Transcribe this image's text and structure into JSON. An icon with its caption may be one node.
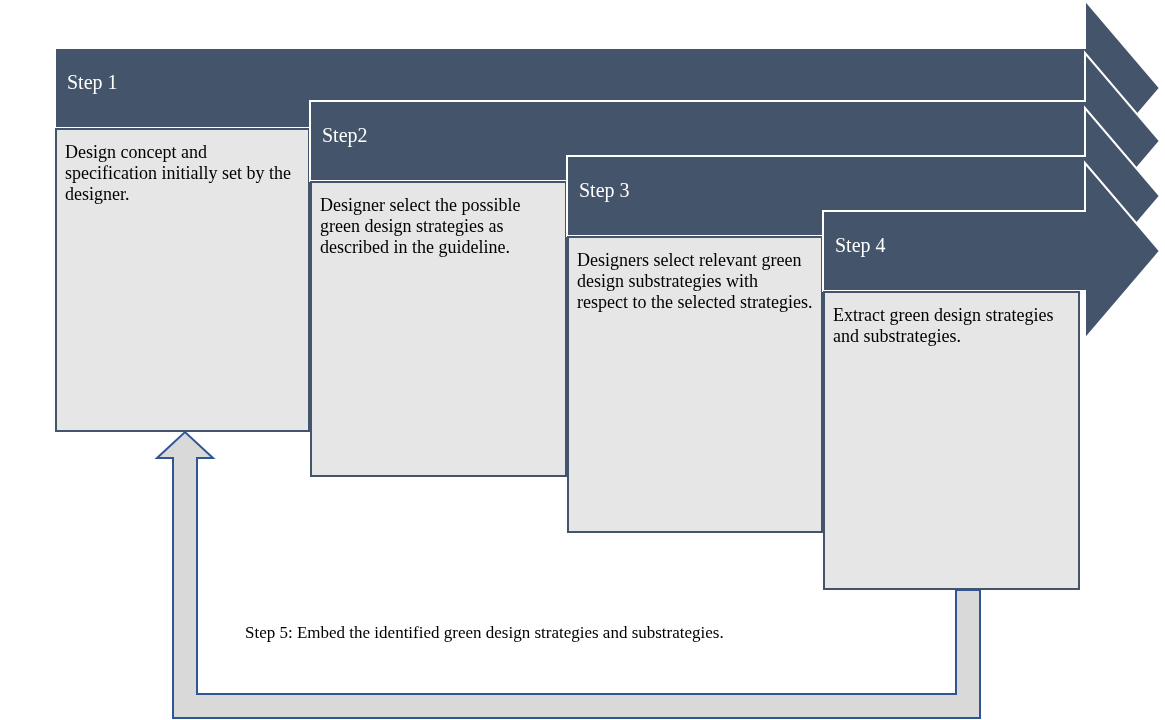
{
  "diagram": {
    "nodes": [
      {
        "text": [
          "Step 1"
        ]
      },
      {
        "text": [
          "Design concept and specification initially set by the designer."
        ]
      },
      {
        "text": [
          "Step2"
        ]
      },
      {
        "text": [
          "Designer select the possible green design strategies as described in the guideline."
        ]
      },
      {
        "text": [
          "Step 3"
        ]
      },
      {
        "text": [
          "Designers select relevant green design substrategies with respect to the selected strategies."
        ]
      },
      {
        "text": [
          "Step 4"
        ]
      },
      {
        "text": [
          "Extract green design strategies and substrategies."
        ]
      }
    ],
    "edges": [
      {
        "from": 7,
        "to": 1,
        "arrow": "to",
        "style": "thick",
        "label": "Step 5: Embed the identified green design strategies and substrategies."
      }
    ]
  }
}
